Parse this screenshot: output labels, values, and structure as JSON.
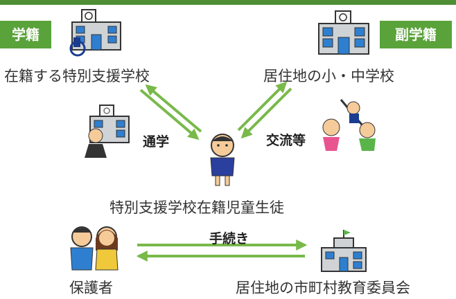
{
  "badges": {
    "main_registry": "学籍",
    "sub_registry": "副学籍"
  },
  "nodes": {
    "special_school": "在籍する特別支援学校",
    "local_school": "居住地の小・中学校",
    "student": "特別支援学校在籍児童生徒",
    "guardian": "保護者",
    "board": "居住地の市町村教育委員会"
  },
  "edges": {
    "commute": "通学",
    "exchange": "交流等",
    "procedure": "手続き"
  },
  "colors": {
    "green": "#5aa23a",
    "arrow": "#79b94a"
  }
}
